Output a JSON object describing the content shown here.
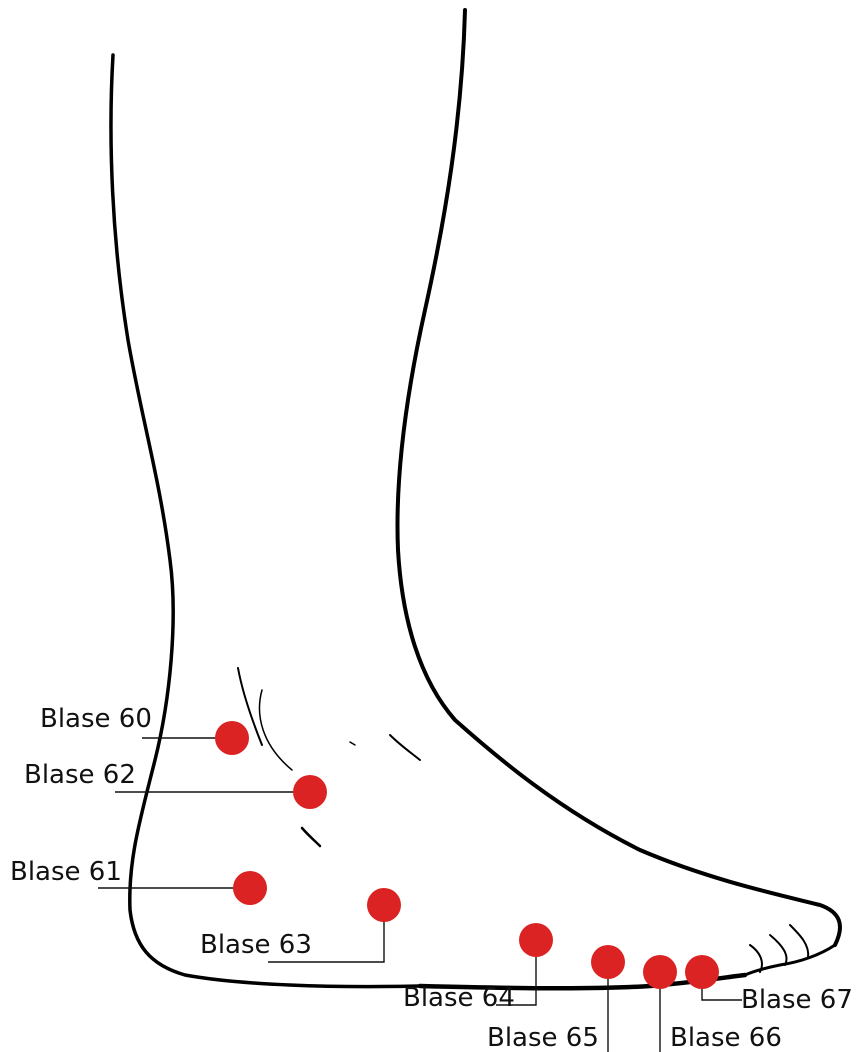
{
  "colors": {
    "point": "#dc2323",
    "line": "#111111",
    "background": "#ffffff"
  },
  "points": [
    {
      "id": "bl60",
      "label": "Blase 60"
    },
    {
      "id": "bl62",
      "label": "Blase 62"
    },
    {
      "id": "bl61",
      "label": "Blase 61"
    },
    {
      "id": "bl63",
      "label": "Blase 63"
    },
    {
      "id": "bl64",
      "label": "Blase 64"
    },
    {
      "id": "bl65",
      "label": "Blase 65"
    },
    {
      "id": "bl66",
      "label": "Blase 66"
    },
    {
      "id": "bl67",
      "label": "Blase 67"
    }
  ]
}
